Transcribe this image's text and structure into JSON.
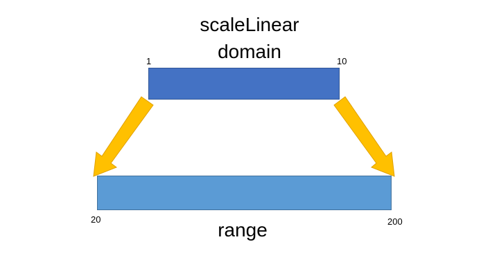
{
  "title": {
    "line1": "scaleLinear",
    "line2": "domain"
  },
  "domain": {
    "min_label": "1",
    "max_label": "10",
    "color": "#4472c4"
  },
  "range": {
    "label": "range",
    "min_label": "20",
    "max_label": "200",
    "color": "#5b9bd5"
  },
  "arrow_color": "#ffc000",
  "arrow_outline": "#e0a000"
}
